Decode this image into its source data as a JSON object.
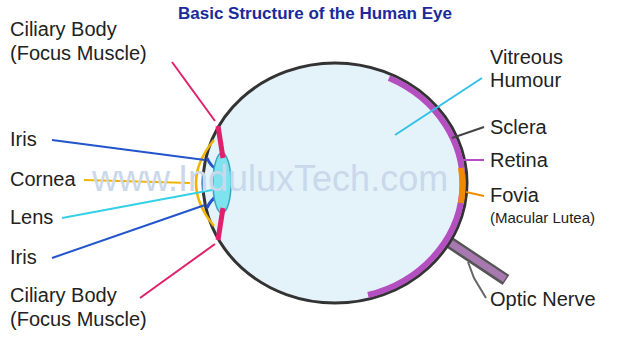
{
  "diagram": {
    "title": "Basic Structure of the Human Eye",
    "labels": [
      "Ciliary Body",
      "(Focus Muscle)",
      "Iris",
      "Cornea",
      "Lens",
      "Iris",
      "Ciliary Body",
      "(Focus Muscle)",
      "Vitreous Humour",
      "Sclera",
      "Retina",
      "Fovia",
      "(Macular Lutea)",
      "Optic Nerve",
      "www.InduluxTech.com"
    ]
  }
}
